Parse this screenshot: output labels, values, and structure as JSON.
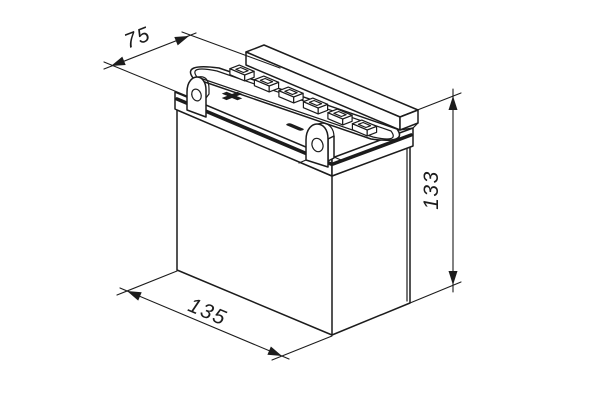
{
  "page": {
    "background_color": "#ffffff"
  },
  "drawing": {
    "subject": "battery-isometric-technical-drawing",
    "line_color": "#1c1c1c",
    "dimensions": {
      "depth": "75",
      "height": "133",
      "width": "135"
    },
    "terminal_symbols": {
      "positive": "+",
      "negative": "−"
    }
  }
}
